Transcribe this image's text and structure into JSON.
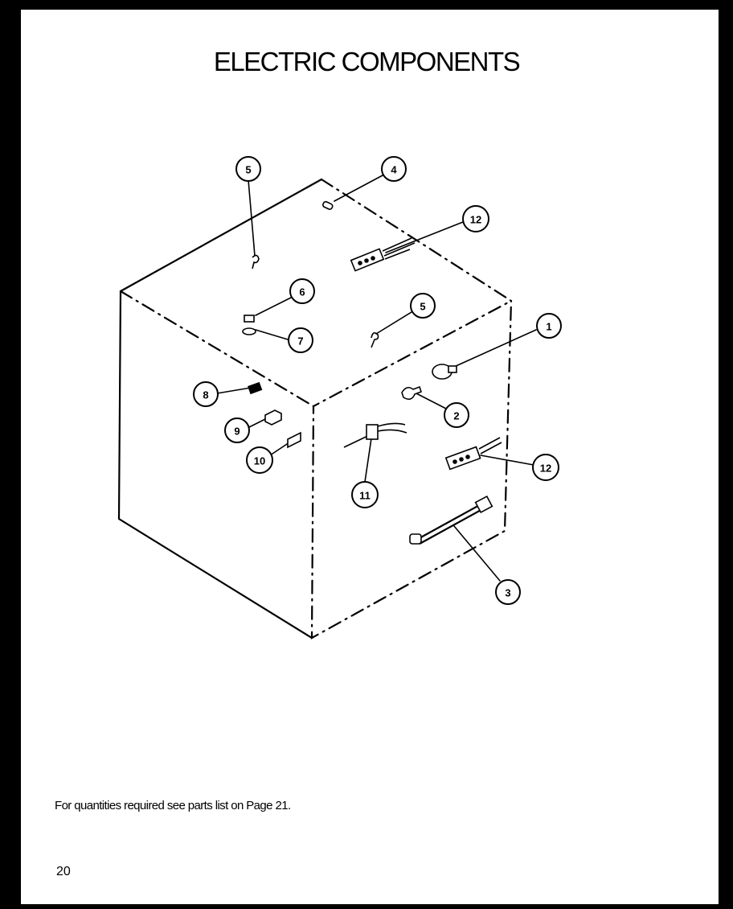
{
  "title": "ELECTRIC COMPONENTS",
  "footnote": "For quantities required see parts list on Page 21.",
  "page_number": "20",
  "callouts": [
    "5",
    "4",
    "12",
    "6",
    "5",
    "7",
    "1",
    "8",
    "2",
    "9",
    "10",
    "12",
    "11",
    "3"
  ]
}
